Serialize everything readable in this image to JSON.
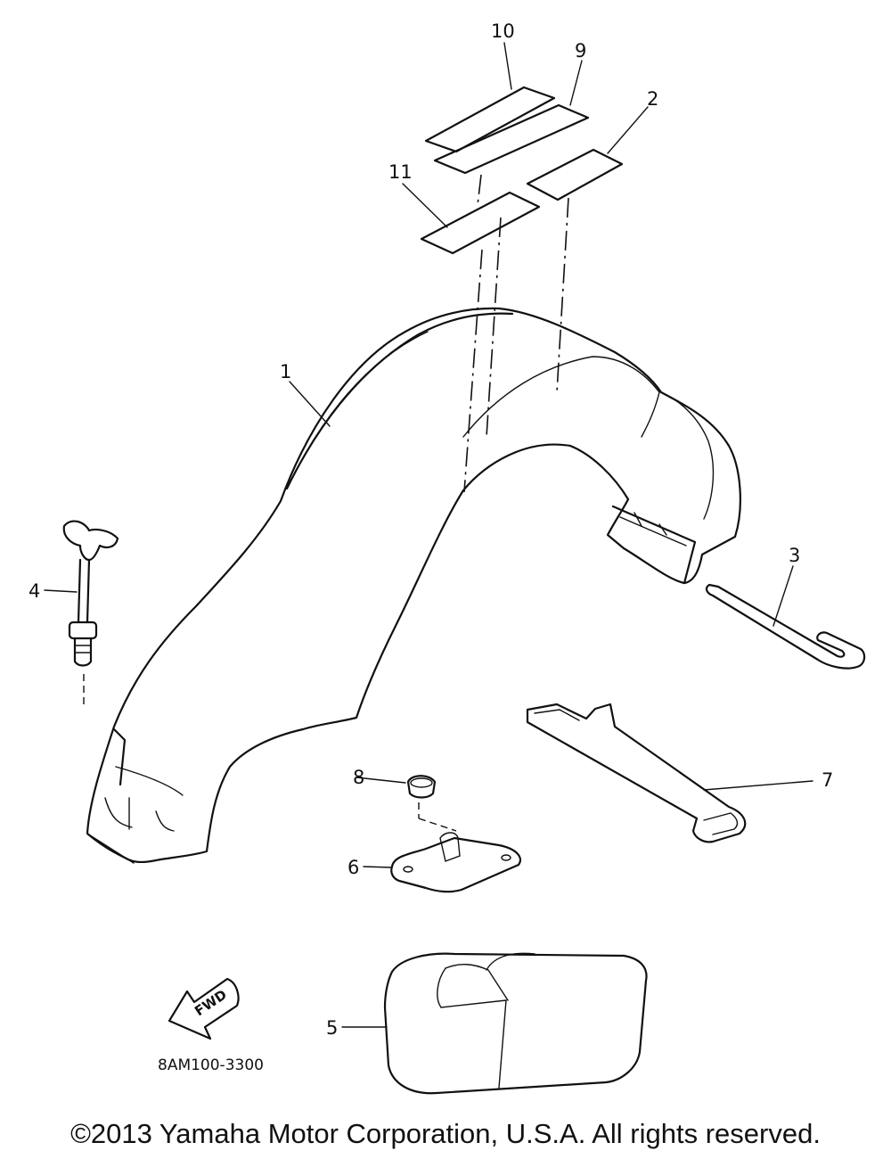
{
  "callouts": {
    "p1": "1",
    "p2": "2",
    "p3": "3",
    "p4": "4",
    "p5": "5",
    "p6": "6",
    "p7": "7",
    "p8": "8",
    "p9": "9",
    "p10": "10",
    "p11": "11"
  },
  "diagram_code": "8AM100-3300",
  "fwd_label": "FWD",
  "copyright": "©2013 Yamaha Motor Corporation, U.S.A. All rights reserved."
}
